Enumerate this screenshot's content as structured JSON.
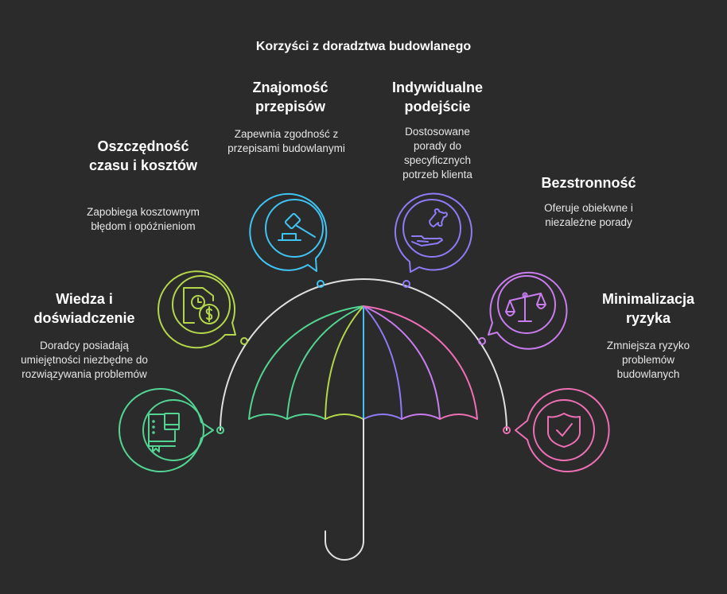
{
  "title": "Korzyści z doradztwa budowlanego",
  "items": [
    {
      "heading": "Wiedza i doświadczenie",
      "description": "Doradcy posiadają umiejętności niezbędne do rozwiązywania problemów",
      "icon": "book-icon",
      "color": "#52d492"
    },
    {
      "heading": "Oszczędność czasu i kosztów",
      "description": "Zapobiega kosztownym błędom i opóźnieniom",
      "icon": "document-clock-dollar-icon",
      "color": "#b4d64a"
    },
    {
      "heading": "Znajomość przepisów",
      "description": "Zapewnia zgodność z przepisami budowlanymi",
      "icon": "gavel-icon",
      "color": "#3fc4f2"
    },
    {
      "heading": "Indywidualne podejście",
      "description": "Dostosowane porady do specyficznych potrzeb klienta",
      "icon": "hand-puzzle-icon",
      "color": "#8d7cf6"
    },
    {
      "heading": "Bezstronność",
      "description": "Oferuje obiekwne i niezależne porady",
      "icon": "scales-icon",
      "color": "#c87cee"
    },
    {
      "heading": "Minimalizacja ryzyka",
      "description": "Zmniejsza ryzyko problemów budowlanych",
      "icon": "shield-check-icon",
      "color": "#ee6fb4"
    }
  ]
}
